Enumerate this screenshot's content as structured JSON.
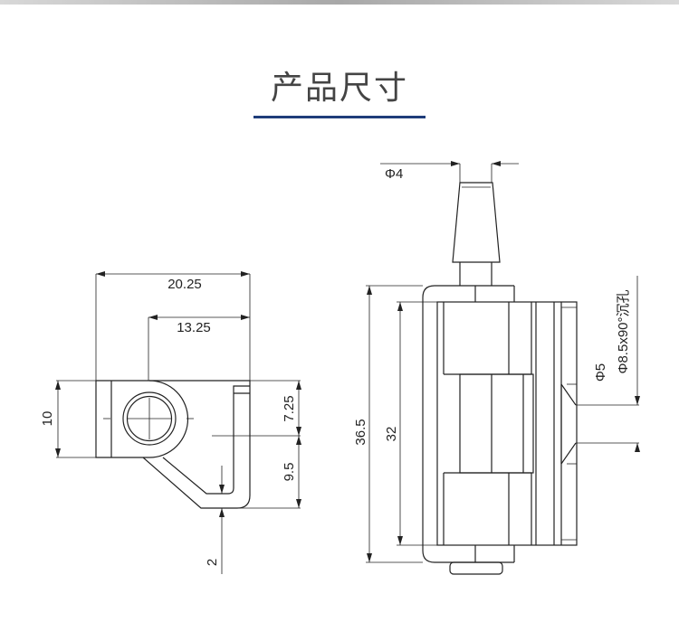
{
  "header": {
    "title": "产品尺寸",
    "accent_color": "#1f3d7a"
  },
  "side_view": {
    "dims": {
      "width_total": "20.25",
      "width_hole": "13.25",
      "height": "10",
      "upper": "7.25",
      "lower": "9.5",
      "thickness": "2"
    }
  },
  "front_view": {
    "dims": {
      "pin_diameter": "Φ4",
      "total_height": "36.5",
      "body_height": "32",
      "hole": "Φ5",
      "countersink": "Φ8.5x90°沉孔"
    }
  }
}
